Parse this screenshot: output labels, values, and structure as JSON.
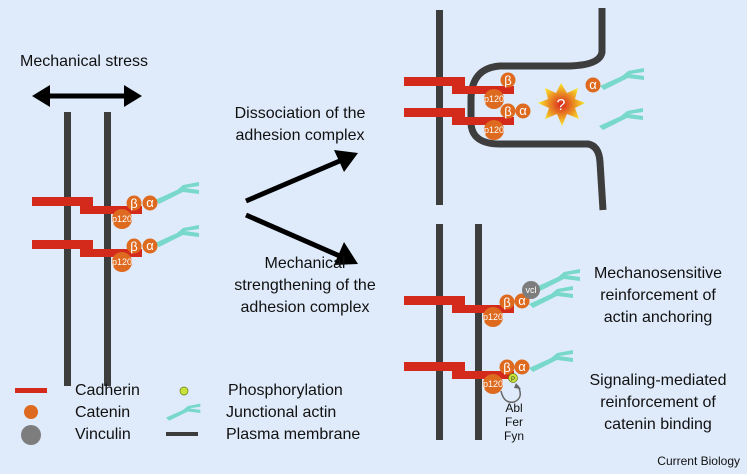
{
  "colors": {
    "background": "#dfebfa",
    "cadherin": "#d42a1c",
    "catenin": "#de6a1f",
    "vinculin": "#7d7d7d",
    "actin": "#78d8c9",
    "membrane": "#3d3d3d",
    "phosphorylation": "#c8e23a"
  },
  "left": {
    "title": "Mechanical stress"
  },
  "branches": {
    "dissociation": [
      "Dissociation of the",
      "adhesion complex"
    ],
    "strengthening": [
      "Mechanical",
      "strengthening of the",
      "adhesion complex"
    ]
  },
  "labels": {
    "p120": "p120",
    "beta": "β",
    "alpha": "α",
    "vcl": "vcl",
    "question": "?",
    "phospho": "P",
    "kinases": [
      "Abl",
      "Fer",
      "Fyn"
    ]
  },
  "outcomes": {
    "mechanosensitive": [
      "Mechanosensitive",
      "reinforcement of",
      "actin anchoring"
    ],
    "signaling": [
      "Signaling-mediated",
      "reinforcement of",
      "catenin binding"
    ]
  },
  "legend": {
    "cadherin": "Cadherin",
    "catenin": "Catenin",
    "vinculin": "Vinculin",
    "phosphorylation": "Phosphorylation",
    "actin": "Junctional actin",
    "membrane": "Plasma membrane"
  },
  "credit": "Current Biology"
}
